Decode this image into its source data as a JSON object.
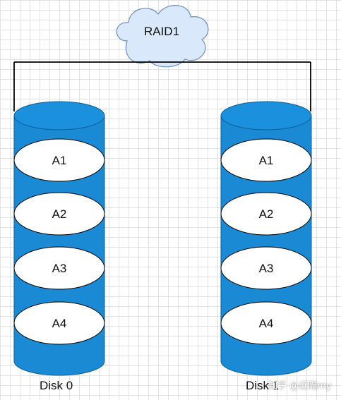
{
  "diagram": {
    "raid_label": "RAID1",
    "disks": [
      {
        "label": "Disk 0",
        "blocks": [
          "A1",
          "A2",
          "A3",
          "A4"
        ]
      },
      {
        "label": "Disk 1",
        "blocks": [
          "A1",
          "A2",
          "A3",
          "A4"
        ]
      }
    ],
    "watermark": "知乎 @近隔my"
  },
  "colors": {
    "cylinder_fill": "#1a8ad4",
    "cylinder_top": "#1b91de",
    "cylinder_stroke": "#0e5d93",
    "block_fill": "#ffffff",
    "cloud_fill": "#dae8fc",
    "cloud_stroke": "#6c8ebf",
    "line": "#000000"
  }
}
